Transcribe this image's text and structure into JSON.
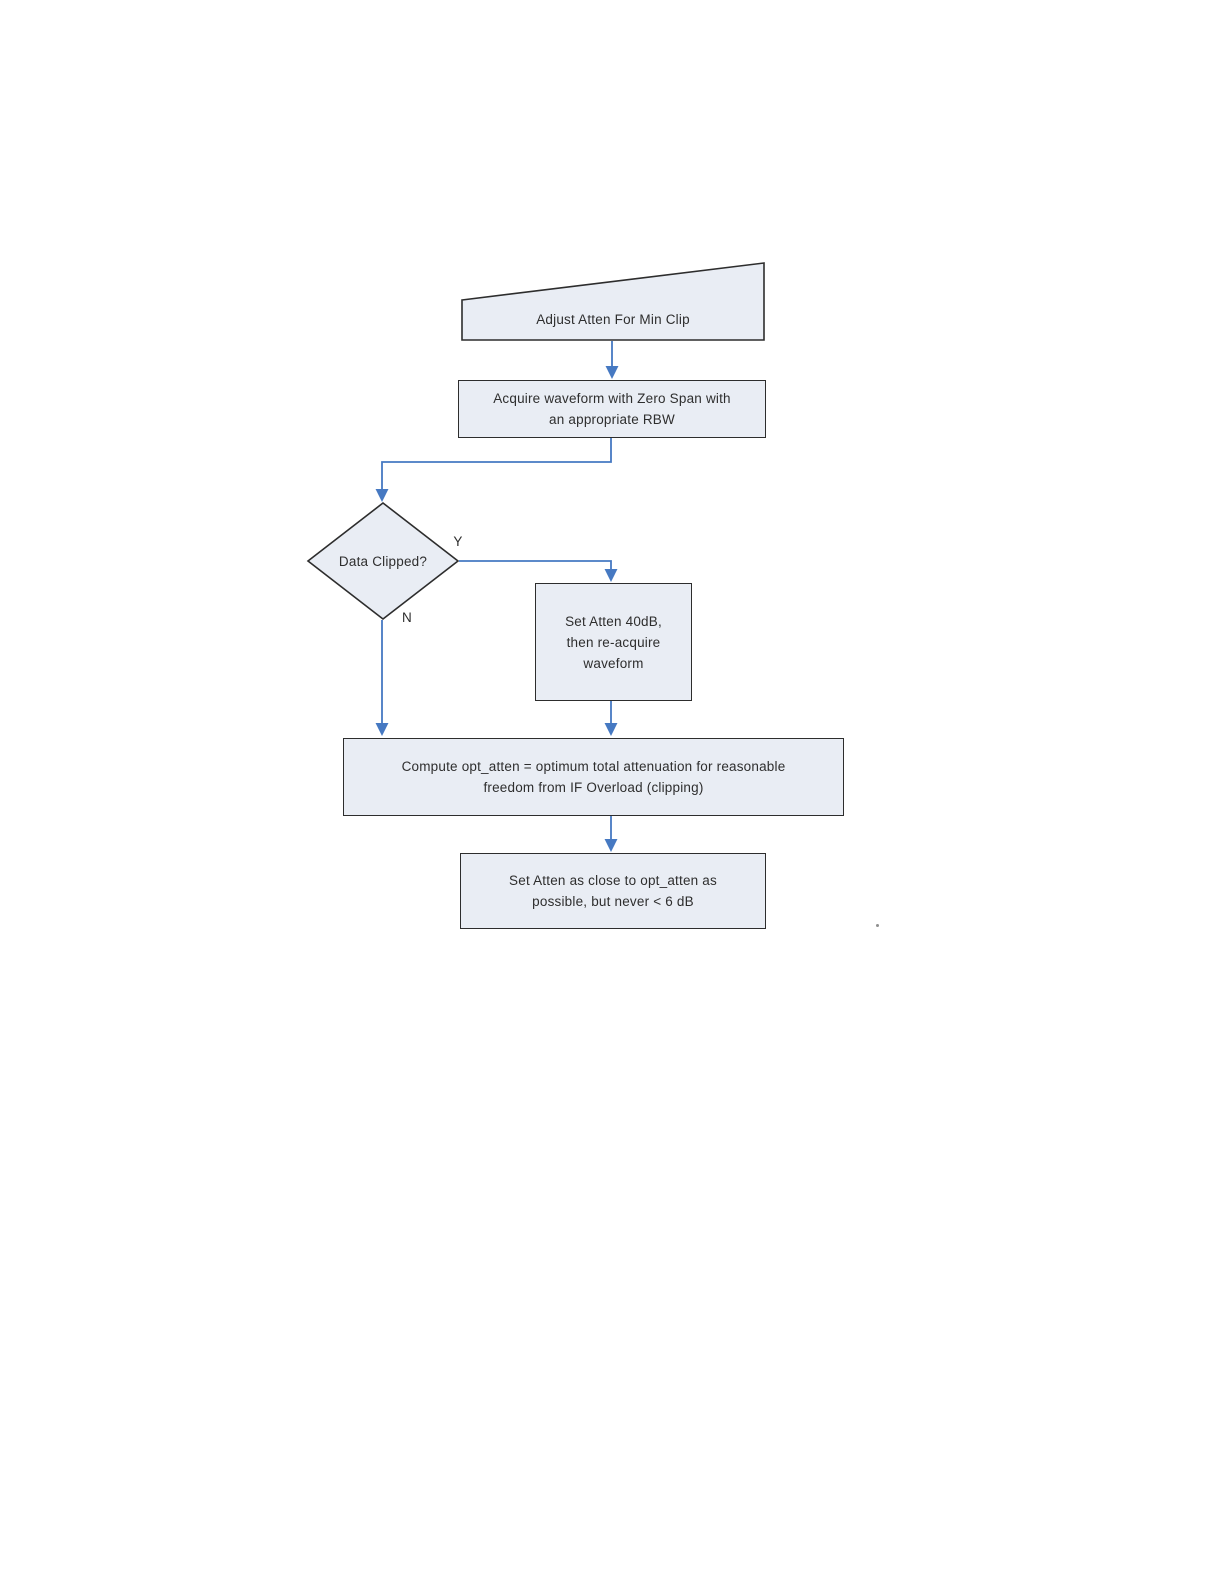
{
  "diagram": {
    "title_node": "Adjust Atten For Min Clip",
    "colors": {
      "shape_fill": "#e9edf4",
      "shape_border": "#2d2d2d",
      "arrow_blue": "#4679c2",
      "text": "#2e2e2e",
      "page_background": "#ffffff"
    },
    "nodes": {
      "start": {
        "shape": "slanted-top-tab",
        "label": "Adjust Atten For Min Clip"
      },
      "acquire": {
        "shape": "rect",
        "label": "Acquire waveform with Zero Span with\nan appropriate RBW"
      },
      "decision": {
        "shape": "diamond",
        "label": "Data Clipped?"
      },
      "set_atten_40": {
        "shape": "rect",
        "label": "Set Atten 40dB,\nthen re-acquire\nwaveform"
      },
      "compute": {
        "shape": "rect",
        "label": "Compute opt_atten = optimum total attenuation for reasonable\nfreedom from IF Overload (clipping)"
      },
      "set_atten_close": {
        "shape": "rect",
        "label": "Set Atten as close to opt_atten as\npossible, but never < 6 dB"
      }
    },
    "edge_labels": {
      "yes": "Y",
      "no": "N"
    }
  }
}
